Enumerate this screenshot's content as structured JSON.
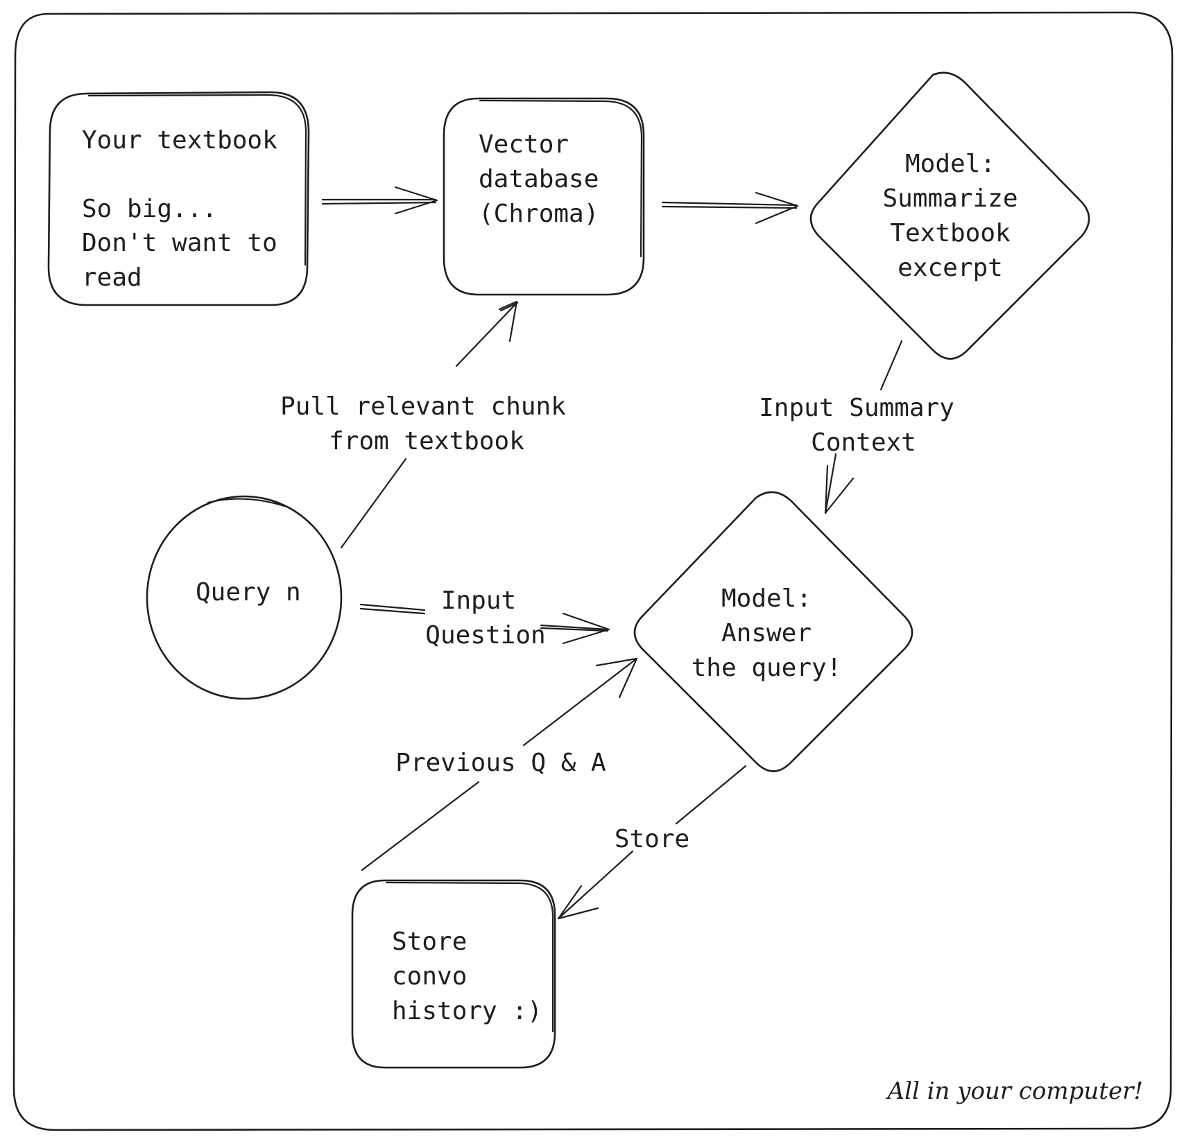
{
  "nodes": {
    "textbook": {
      "line1": "Your textbook",
      "line2": "So big...",
      "line3": "Don't want to",
      "line4": "read"
    },
    "vector_db": {
      "line1": "Vector",
      "line2": "database",
      "line3": "(Chroma)"
    },
    "summarize_model": {
      "line1": "Model:",
      "line2": "Summarize",
      "line3": "Textbook",
      "line4": "excerpt"
    },
    "query": {
      "line1": "Query n"
    },
    "answer_model": {
      "line1": "Model:",
      "line2": "Answer",
      "line3": "the query!"
    },
    "history": {
      "line1": "Store",
      "line2": "convo",
      "line3": "history :)"
    }
  },
  "edges": {
    "pull_chunk": {
      "line1": "Pull relevant chunk",
      "line2": "from textbook"
    },
    "input_summary": {
      "line1": "Input Summary",
      "line2": "Context"
    },
    "input_question": {
      "line1": "Input",
      "line2": "Question"
    },
    "previous_qa": {
      "line1": "Previous Q & A"
    },
    "store": {
      "line1": "Store"
    }
  },
  "footer": {
    "note": "All in your computer!"
  }
}
